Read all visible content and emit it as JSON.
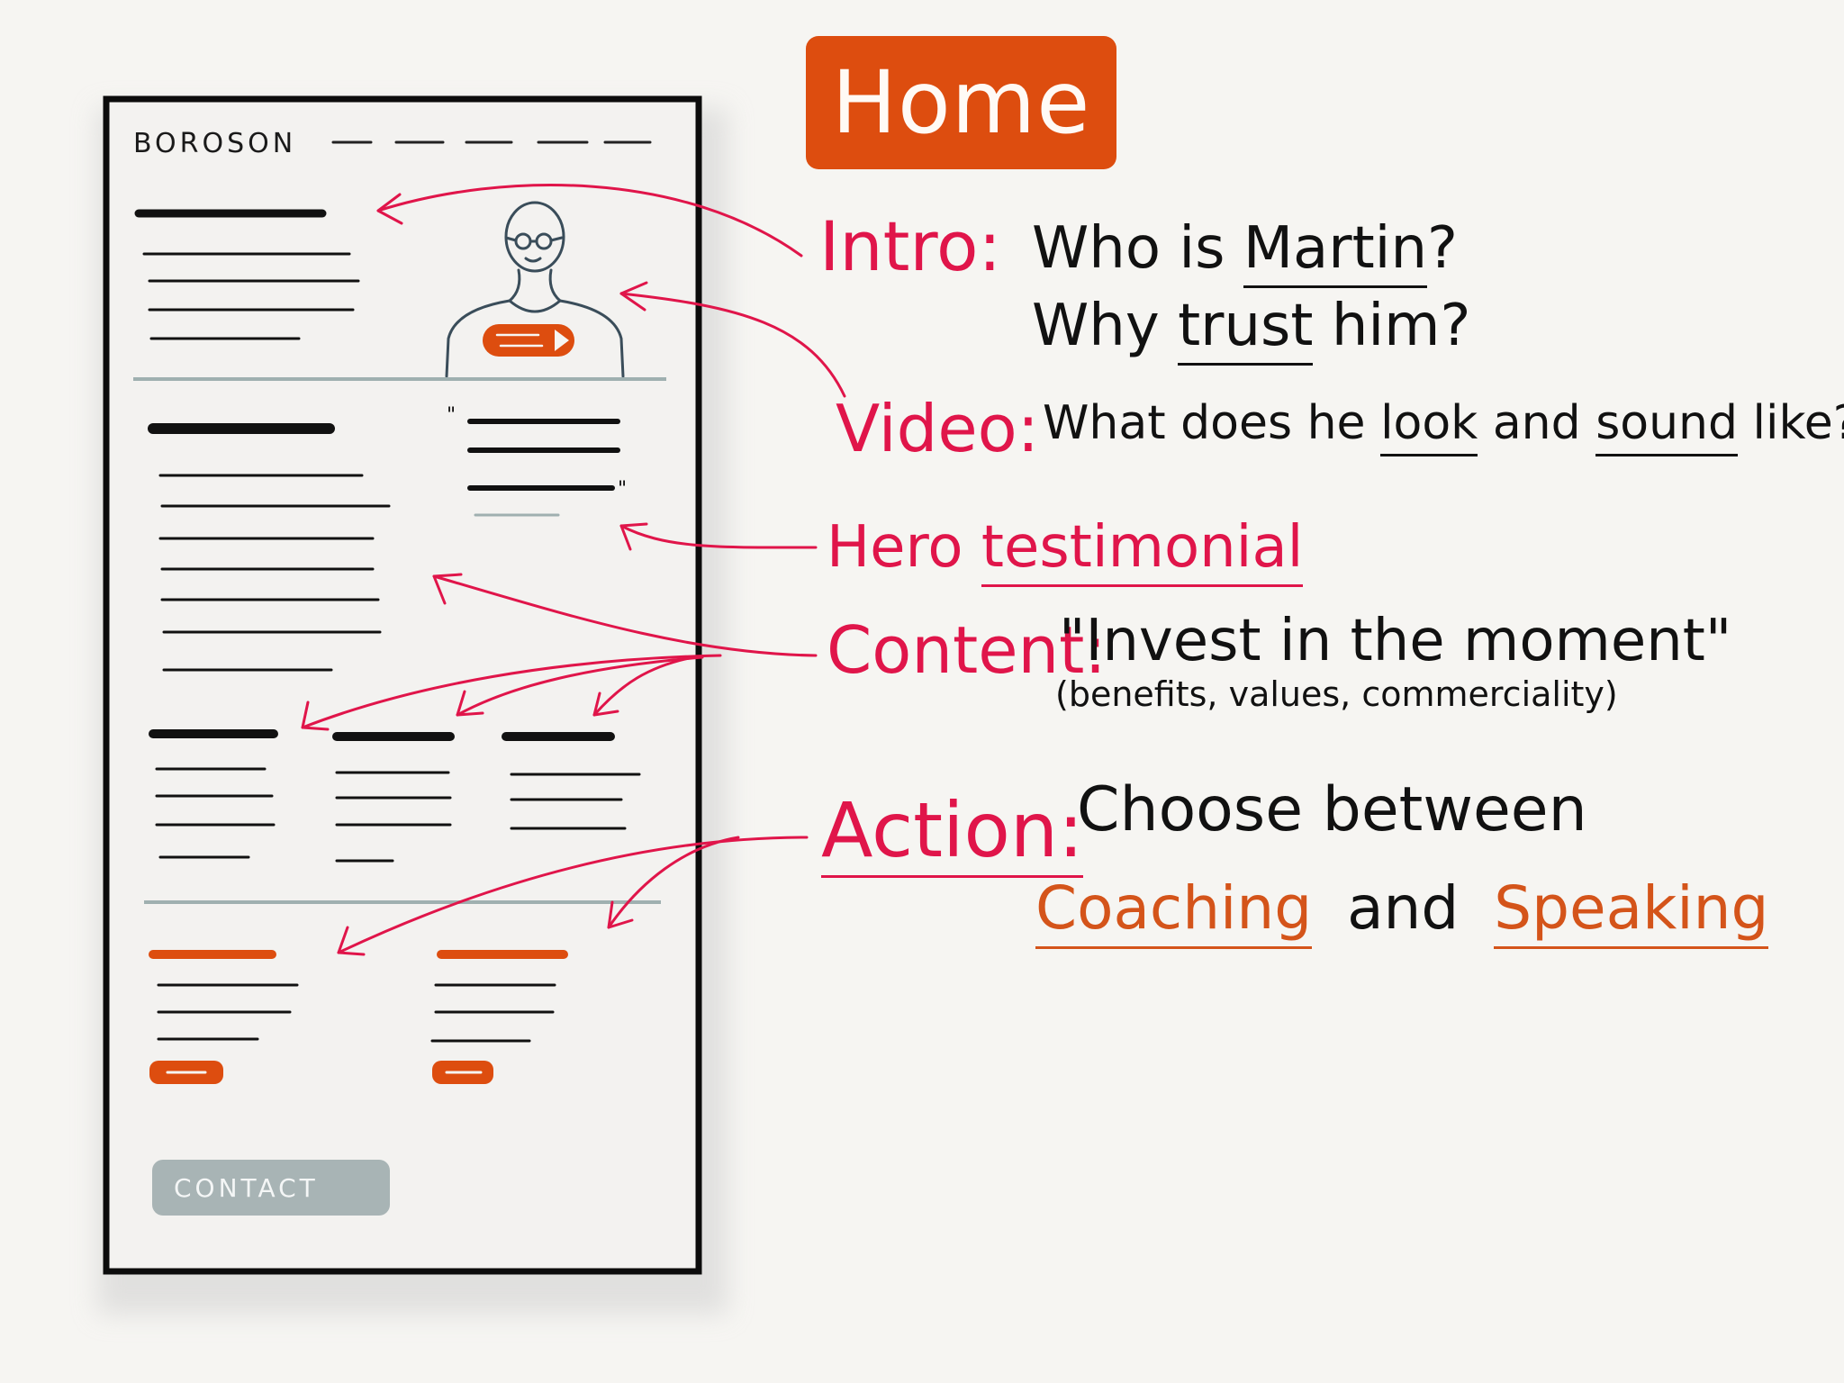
{
  "title": "Home",
  "mockup": {
    "brand": "BOROSON",
    "contact_label": "CONTACT"
  },
  "annotations": {
    "intro": {
      "label": "Intro:",
      "line1": "Who is",
      "line1_em": "Martin",
      "line1_end": "?",
      "line2": "Why",
      "line2_em": "trust",
      "line2_end": "him?"
    },
    "video": {
      "label": "Video:",
      "text1": "What does he",
      "em1": "look",
      "text2": "and",
      "em2": "sound",
      "text3": "like?"
    },
    "hero": {
      "label": "Hero",
      "em": "testimonial"
    },
    "content": {
      "label": "Content:",
      "quote": "\"Invest in the moment\"",
      "sub": "(benefits, values, commerciality)"
    },
    "action": {
      "label": "Action:",
      "text1": "Choose between",
      "em1": "Coaching",
      "text2": "and",
      "em2": "Speaking"
    }
  },
  "colors": {
    "accent_orange": "#dd4d0f",
    "annotation_pink": "#e0154a",
    "ink": "#111111",
    "divider": "#9fb0b0",
    "contact_gray": "#a8b4b5"
  }
}
